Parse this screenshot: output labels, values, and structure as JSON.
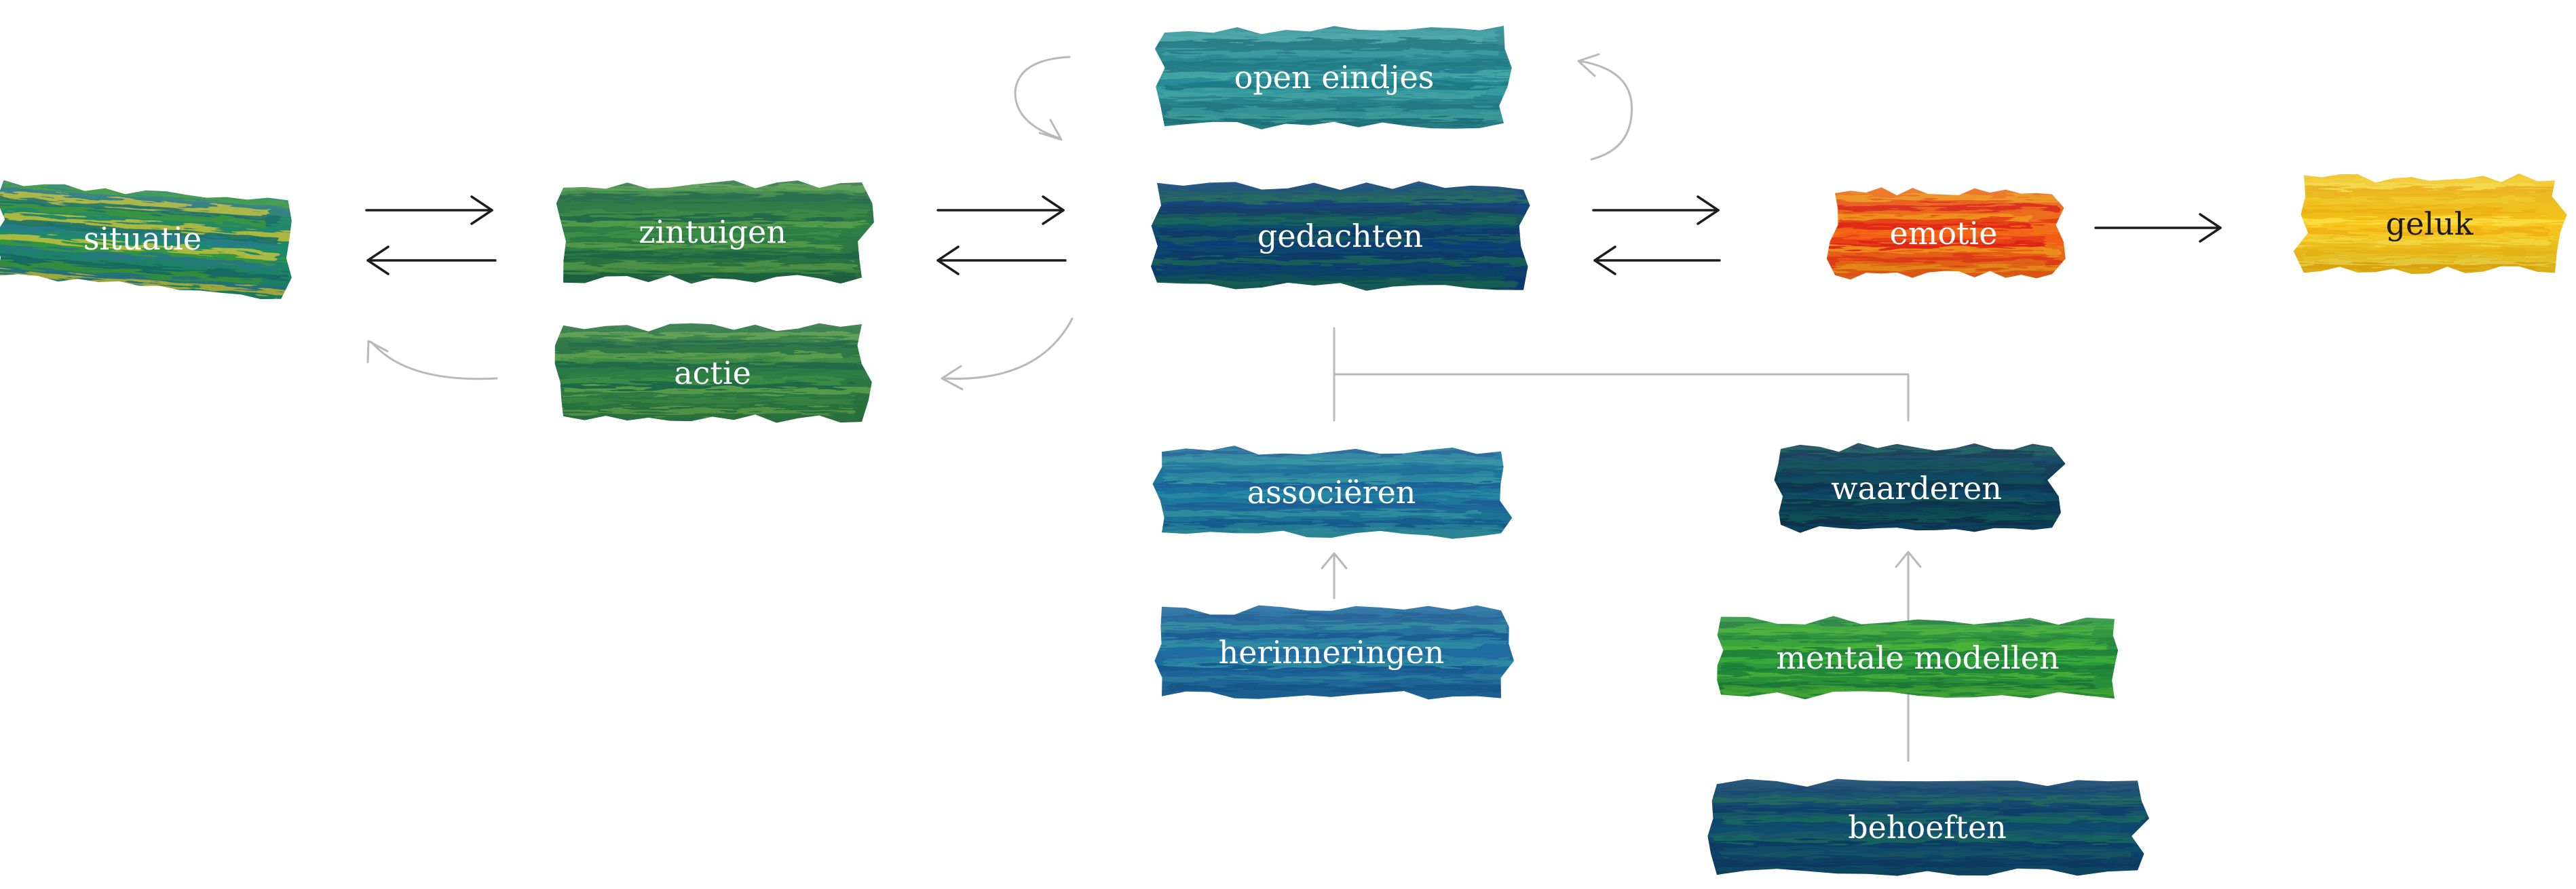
{
  "diagram": {
    "nodes": {
      "situatie": {
        "label": "situatie",
        "colors": [
          "#1f8a6a",
          "#3a9b3a",
          "#c7c53a",
          "#2a7a8a",
          "#156e6a"
        ],
        "text_color": "#ffffff"
      },
      "zintuigen": {
        "label": "zintuigen",
        "colors": [
          "#2c7a44",
          "#3d8f47",
          "#5aa24c",
          "#1f6a4a",
          "#2f7f45"
        ],
        "text_color": "#ffffff"
      },
      "actie": {
        "label": "actie",
        "colors": [
          "#2c7a44",
          "#3d8f47",
          "#62a64e",
          "#1f6a4a",
          "#2f7f45"
        ],
        "text_color": "#ffffff"
      },
      "open_eindjes": {
        "label": "open eindjes",
        "colors": [
          "#2b8c95",
          "#3aa2a8",
          "#1f7a86",
          "#47a9a9",
          "#257f8c"
        ],
        "text_color": "#ffffff"
      },
      "gedachten": {
        "label": "gedachten",
        "colors": [
          "#0f3f7a",
          "#145a5e",
          "#0c4a6e",
          "#1a6a5a",
          "#0d3d66"
        ],
        "text_color": "#ffffff"
      },
      "emotie": {
        "label": "emotie",
        "colors": [
          "#f4701a",
          "#ea3a14",
          "#f89a1c",
          "#e3201a",
          "#f35a17"
        ],
        "text_color": "#ffffff"
      },
      "geluk": {
        "label": "geluk",
        "colors": [
          "#f8c61c",
          "#fbd12a",
          "#f4b312",
          "#fde047",
          "#f6bf18"
        ],
        "text_color": "#1a1a1a"
      },
      "associeren": {
        "label": "associëren",
        "colors": [
          "#1d7aa0",
          "#2a8aa5",
          "#1b5f96",
          "#3499a8",
          "#1f6fa0"
        ],
        "text_color": "#ffffff"
      },
      "herinneringen": {
        "label": "herinneringen",
        "colors": [
          "#1f6ea3",
          "#2a85a8",
          "#1a5c94",
          "#3192a5",
          "#226aa0"
        ],
        "text_color": "#ffffff"
      },
      "waarderen": {
        "label": "waarderen",
        "colors": [
          "#0f3f5a",
          "#135a5a",
          "#0f4a6a",
          "#0b3550",
          "#12505c"
        ],
        "text_color": "#ffffff"
      },
      "mentale_modellen": {
        "label": "mentale modellen",
        "colors": [
          "#2a9a3c",
          "#3cae3a",
          "#1f7f3a",
          "#4fb83a",
          "#238a3c"
        ],
        "text_color": "#ffffff"
      },
      "behoeften": {
        "label": "behoeften",
        "colors": [
          "#10466e",
          "#175a6a",
          "#0d3e6a",
          "#1a6a5e",
          "#12506e"
        ],
        "text_color": "#ffffff"
      }
    }
  }
}
